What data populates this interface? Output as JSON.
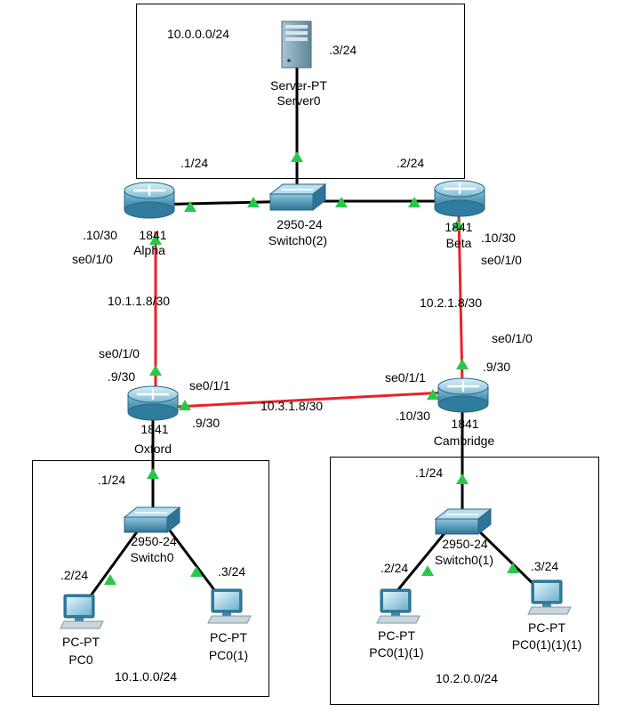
{
  "devices": {
    "server": {
      "model": "Server-PT",
      "name": "Server0",
      "ip": ".3/24"
    },
    "alpha": {
      "model": "1841",
      "name": "Alpha"
    },
    "beta": {
      "model": "1841",
      "name": "Beta"
    },
    "oxford": {
      "model": "1841",
      "name": "Oxford"
    },
    "cambridge": {
      "model": "1841",
      "name": "Cambridge"
    },
    "switch_top": {
      "model": "2950-24",
      "name": "Switch0(2)"
    },
    "switch_left": {
      "model": "2950-24",
      "name": "Switch0"
    },
    "switch_right": {
      "model": "2950-24",
      "name": "Switch0(1)"
    },
    "pc0": {
      "model": "PC-PT",
      "name": "PC0",
      "ip": ".2/24"
    },
    "pc01": {
      "model": "PC-PT",
      "name": "PC0(1)",
      "ip": ".3/24"
    },
    "pc011": {
      "model": "PC-PT",
      "name": "PC0(1)(1)",
      "ip": ".2/24"
    },
    "pc0111": {
      "model": "PC-PT",
      "name": "PC0(1)(1)(1)",
      "ip": ".3/24"
    }
  },
  "networks": {
    "top": "10.0.0.0/24",
    "left": "10.1.0.0/24",
    "right": "10.2.0.0/24",
    "alpha_oxford": "10.1.1.8/30",
    "beta_cambridge": "10.2.1.8/30",
    "oxford_cambridge": "10.3.1.8/30"
  },
  "labels": {
    "alpha_lan": ".1/24",
    "beta_lan": ".2/24",
    "alpha_serial_ip": ".10/30",
    "alpha_serial_if": "se0/1/0",
    "beta_serial_ip": ".10/30",
    "beta_serial_if": "se0/1/0",
    "oxford_se010": "se0/1/0",
    "oxford_se010_ip": ".9/30",
    "oxford_se011": "se0/1/1",
    "oxford_se011_ip": ".9/30",
    "oxford_lan": ".1/24",
    "cam_se010": "se0/1/0",
    "cam_se010_ip": ".9/30",
    "cam_se011": "se0/1/1",
    "cam_se011_ip": ".10/30",
    "cam_lan": ".1/24"
  },
  "colors": {
    "ethernet": "#000000",
    "serial": "#e8222a",
    "link_up": "#27c84a",
    "router": "#4b97b8",
    "switch": "#3a86a8",
    "server": "#8aa9b8",
    "pc": "#2f7fa3"
  }
}
